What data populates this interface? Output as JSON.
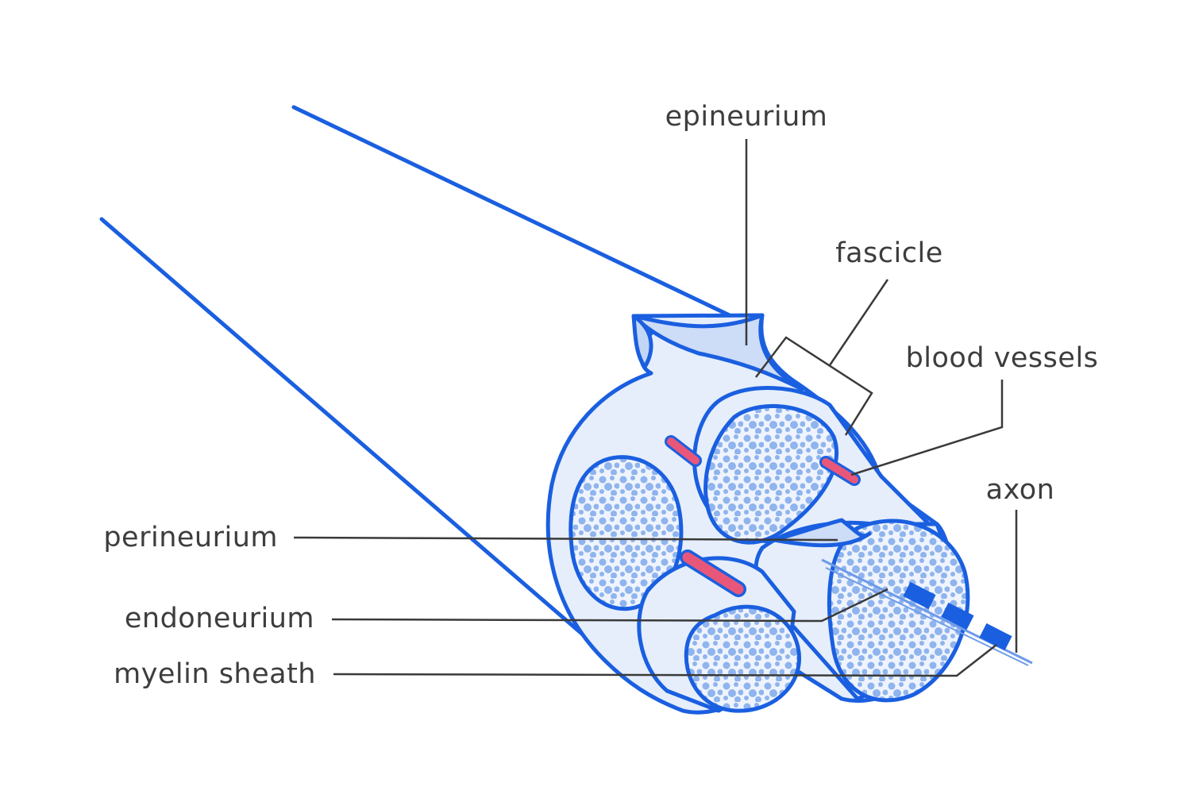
{
  "diagram": {
    "labels": {
      "epineurium": "epineurium",
      "fascicle": "fascicle",
      "blood_vessels": "blood vessels",
      "axon": "axon",
      "perineurium": "perineurium",
      "endoneurium": "endoneurium",
      "myelin_sheath": "myelin sheath"
    },
    "colors": {
      "outline": "#1a5fe0",
      "fill_light": "#e6eefb",
      "fill_mid": "#d3e1f8",
      "dots": "#7ea9ea",
      "blood_vessel": "#e8577a",
      "label_text": "#3d3d3d",
      "leader_line": "#3a3a3a"
    }
  }
}
